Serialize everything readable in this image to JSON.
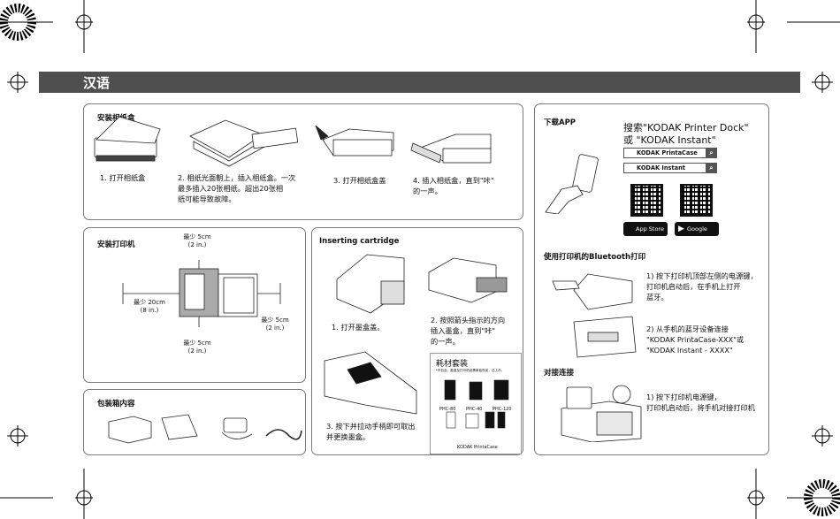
{
  "header": {
    "title": "汉语"
  },
  "install_paper": {
    "title": "安装相纸盒",
    "steps": [
      "1. 打开相纸盒",
      "2. 相纸光面朝上，插入相纸盒。一次\n最多插入20张相纸。超出20张相\n纸可能导致故障。",
      "3. 打开相纸盒盖",
      "4. 插入相纸盒，直到\"咔\"\n的一声。"
    ]
  },
  "download": {
    "title": "下载APP",
    "search_line": "搜索\"KODAK Printer Dock\"\n或 \"KODAK Instant\"",
    "search_boxes": [
      "KODAK PrintaCase",
      "KODAK Instant"
    ],
    "search_icon": "search-icon",
    "stores": [
      "App Store",
      "Google play"
    ]
  },
  "install_printer": {
    "title": "安装打印机",
    "clearances": [
      "最少 5cm\n(2 in.)",
      "最少 20cm\n(8 in.)",
      "最少 5cm\n(2 in.)",
      "最少 5cm\n(2 in.)"
    ]
  },
  "cartridge": {
    "title": "Inserting cartridge",
    "steps": [
      "1. 打开墨盒盖。",
      "2. 按照箭头指示的方向\n插入墨盒，直到\"咔\"\n的一声。",
      "3. 按下并拉动手柄即可取出\n并更换墨盒。"
    ],
    "kit": {
      "title": "耗材套装",
      "note": "*不包含，墨盒及打印机纸需单独购买，已上市。",
      "items": [
        "PHC-80",
        "PHC-40",
        "PHC-120"
      ],
      "case_label": "KODAK PrintaCase"
    }
  },
  "package": {
    "title": "包装箱内容"
  },
  "bluetooth": {
    "title": "使用打印机的Bluetooth打印",
    "steps": [
      "1) 按下打印机顶部左侧的电源键，\n打印机启动后，在手机上打开\n蓝牙。",
      "2) 从手机的蓝牙设备连接\n\"KODAK PrintaCase-XXX\"或\n\"KODAK Instant - XXXX\""
    ]
  },
  "dock": {
    "title": "对接连接",
    "steps": [
      "1) 按下打印机电源键，\n打印机启动后，将手机对接打印机"
    ]
  }
}
